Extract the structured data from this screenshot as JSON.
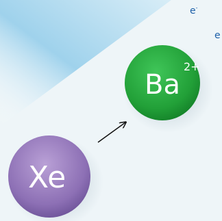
{
  "electrons": [
    {
      "symbol": "e",
      "superscript": "-"
    },
    {
      "symbol": "e",
      "superscript": ""
    }
  ],
  "barium_ion": {
    "symbol": "Ba",
    "charge": "2+",
    "color": "#27a33c"
  },
  "xenon_atom": {
    "symbol": "Xe",
    "color": "#8b6fb0"
  },
  "arrow": {
    "from": "xenon_atom",
    "to": "barium_ion"
  },
  "background": {
    "beam_color": "#a9d7ee",
    "base_color": "#eef5f8"
  }
}
